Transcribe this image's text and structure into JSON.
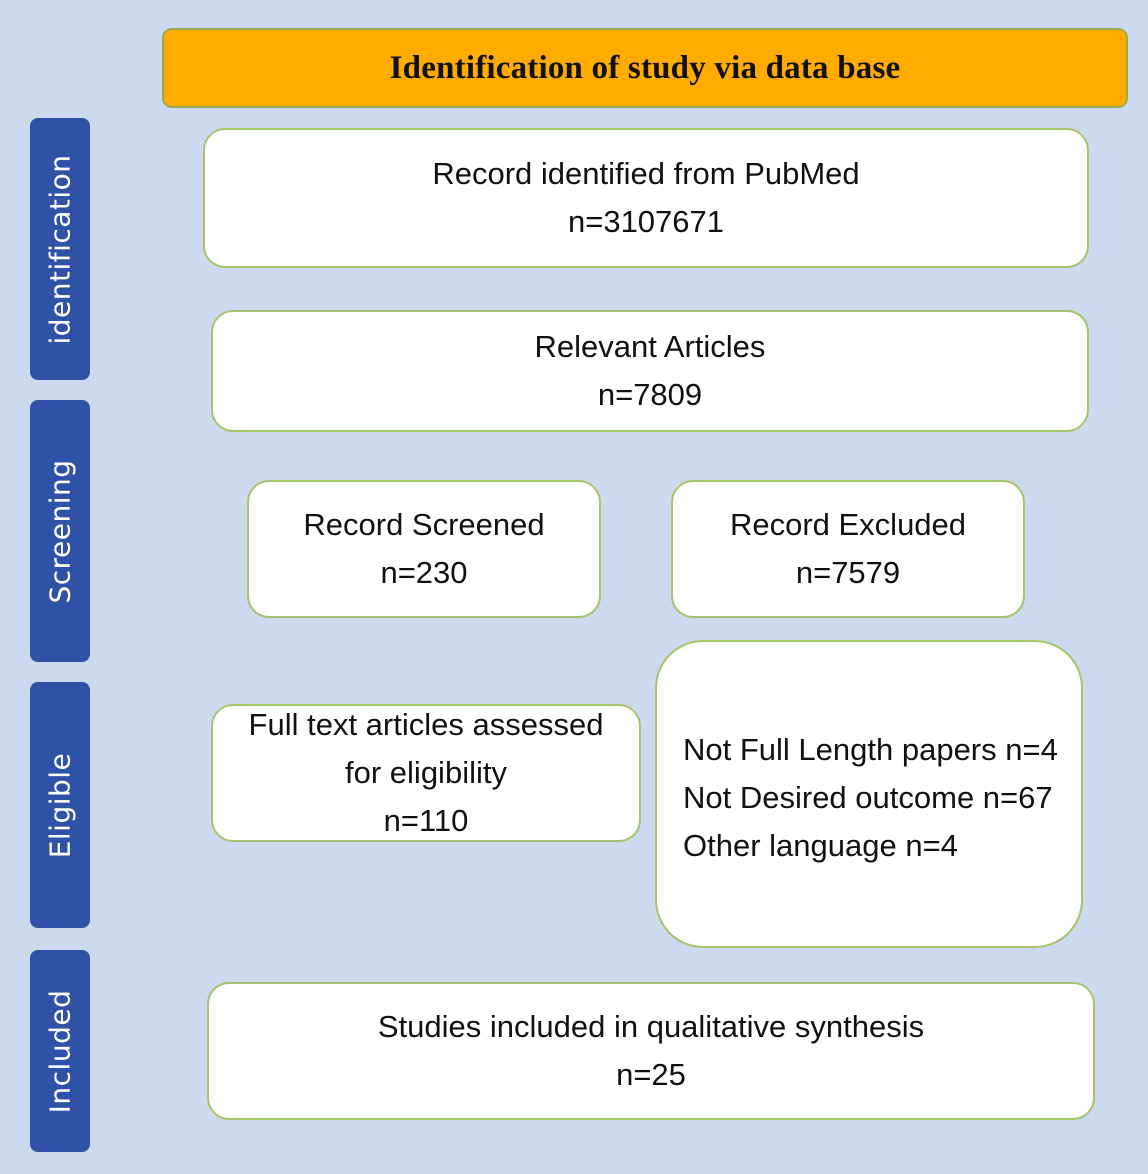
{
  "header": {
    "title": "Identification of study via data base"
  },
  "phases": {
    "identification": "identification",
    "screening": "Screening",
    "eligible": "Eligible",
    "included": "Included"
  },
  "boxes": {
    "pubmed": {
      "line1": "Record identified from PubMed",
      "line2": "n=3107671"
    },
    "relevant": {
      "line1": "Relevant Articles",
      "line2": "n=7809"
    },
    "screened": {
      "line1": "Record Screened",
      "line2": "n=230"
    },
    "excluded": {
      "line1": "Record Excluded",
      "line2": "n=7579"
    },
    "fulltext": {
      "line1": "Full text articles assessed",
      "line2": "for eligibility",
      "line3": "n=110"
    },
    "reasons": {
      "line1": "Not Full Length papers n=4",
      "line2": "Not Desired outcome n=67",
      "line3": "Other language n=4"
    },
    "included": {
      "line1": "Studies included in qualitative synthesis",
      "line2": "n=25"
    }
  },
  "colors": {
    "background": "#cdd9ef",
    "header": "#ffab00",
    "phase": "#2f52a6",
    "box_border": "#a6c46a"
  }
}
